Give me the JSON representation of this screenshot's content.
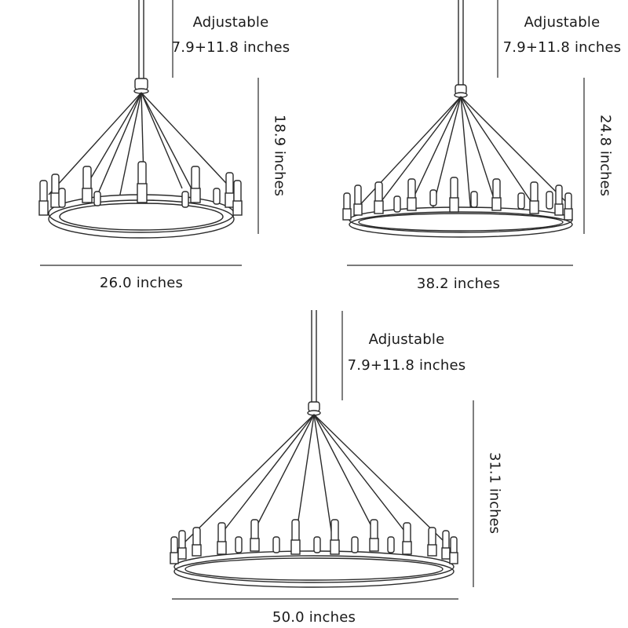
{
  "chandeliers": [
    {
      "id": "small",
      "adjustable_label": "Adjustable",
      "adjustable_range": "7.9+11.8  inches",
      "height_label": "18.9 inches",
      "width_label": "26.0  inches",
      "bulb_count": 12
    },
    {
      "id": "medium",
      "adjustable_label": "Adjustable",
      "adjustable_range": "7.9+11.8  inches",
      "height_label": "24.8 inches",
      "width_label": "38.2  inches",
      "bulb_count": 16
    },
    {
      "id": "large",
      "adjustable_label": "Adjustable",
      "adjustable_range": "7.9+11.8  inches",
      "height_label": "31.1 inches",
      "width_label": "50.0  inches",
      "bulb_count": 20
    }
  ]
}
